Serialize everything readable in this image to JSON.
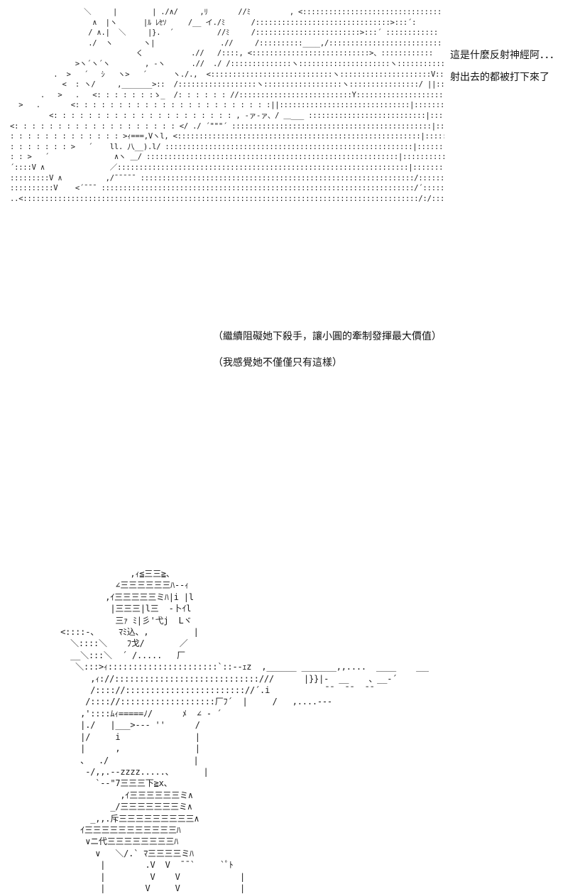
{
  "top_panel": {
    "dialogue": [
      "這是什麼反射神經阿．．．",
      "射出去的都被打下來了"
    ]
  },
  "bottom_panel": {
    "dialogue": [
      "（繼續阻礙她下殺手，讓小圓的牽制發揮最大價值）",
      "（我感覺她不僅僅只有這樣）"
    ]
  }
}
